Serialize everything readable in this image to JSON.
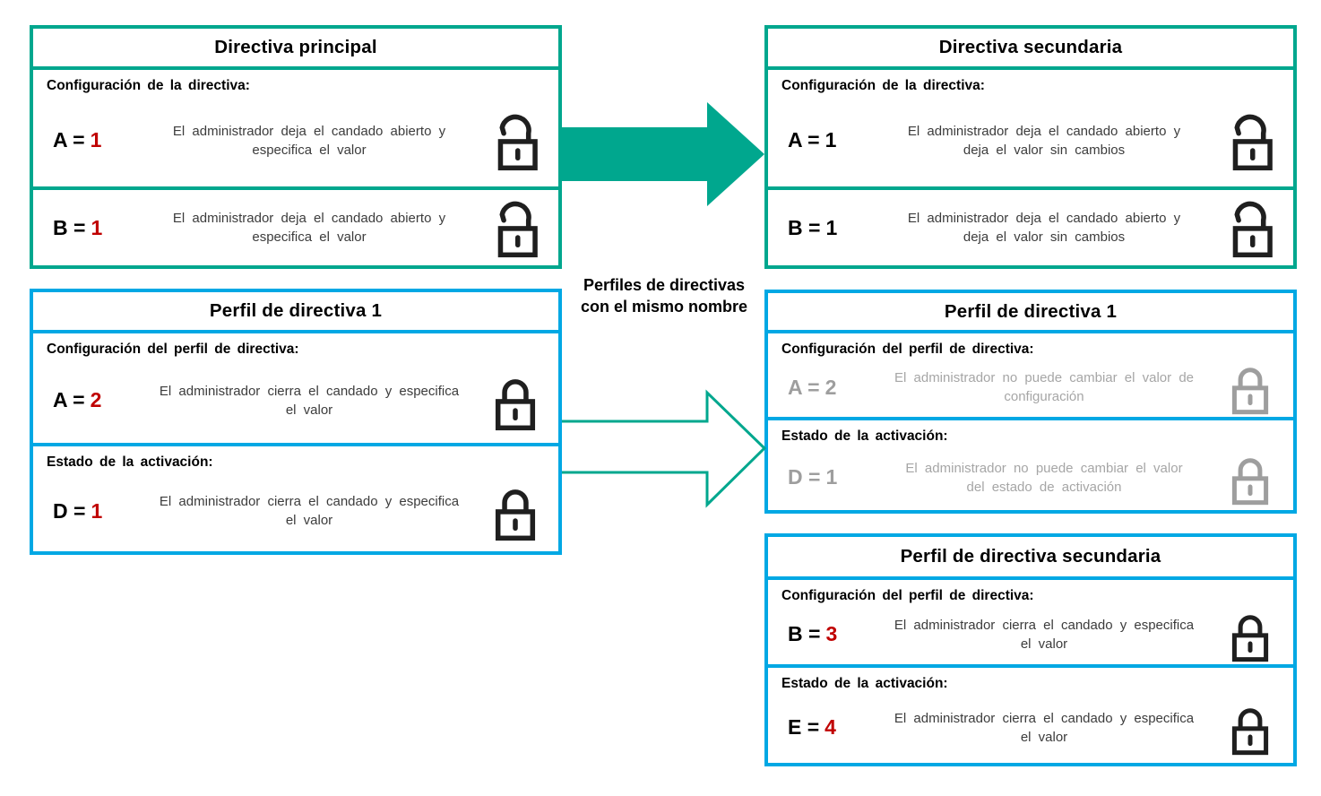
{
  "colors": {
    "policy_green": "#00A78E",
    "profile_blue": "#00A8E4",
    "value_red": "#C00000",
    "disabled_gray": "#9E9E9E"
  },
  "middle_label": {
    "line1": "Perfiles de directivas",
    "line2": "con el mismo nombre"
  },
  "arrows": [
    {
      "name": "policy-inheritance-arrow",
      "style": "filled",
      "color": "#00A78E"
    },
    {
      "name": "profile-inheritance-arrow",
      "style": "outline",
      "color": "#00A78E"
    }
  ],
  "boxes": [
    {
      "title": "Directiva principal",
      "sections": [
        {
          "heading": "Configuración de la directiva:",
          "value_label": "A =",
          "value_number": "1",
          "description": "El administrador deja el candado abierto y\nespecifica el valor",
          "lock": "open-padlock"
        },
        {
          "value_label": "B =",
          "value_number": "1",
          "description": "El administrador deja el candado abierto y\nespecifica el valor",
          "lock": "open-padlock"
        }
      ]
    },
    {
      "title": "Directiva secundaria",
      "sections": [
        {
          "heading": "Configuración de la directiva:",
          "value_label": "A =",
          "value_number": "1",
          "description": "El administrador deja el candado abierto y\ndeja el valor sin cambios",
          "lock": "open-padlock"
        },
        {
          "value_label": "B =",
          "value_number": "1",
          "description": "El administrador deja el candado abierto y\ndeja el valor sin cambios",
          "lock": "open-padlock"
        }
      ]
    },
    {
      "title": "Perfil de directiva 1",
      "sections": [
        {
          "heading": "Configuración del perfil de directiva:",
          "value_label": "A =",
          "value_number": "2",
          "description": "El administrador cierra el candado y especifica\nel valor",
          "lock": "closed-padlock"
        },
        {
          "heading": "Estado de la activación:",
          "value_label": "D =",
          "value_number": "1",
          "description": "El administrador cierra el candado y especifica\nel valor",
          "lock": "closed-padlock"
        }
      ]
    },
    {
      "title": "Perfil de directiva 1",
      "sections": [
        {
          "heading": "Configuración del perfil de directiva:",
          "value_label": "A =",
          "value_number": "2",
          "description": "El administrador no puede cambiar el valor de\nconfiguración",
          "lock": "closed-padlock-gray"
        },
        {
          "heading": "Estado de la activación:",
          "value_label": "D =",
          "value_number": "1",
          "description": "El administrador no puede cambiar el valor\ndel estado de activación",
          "lock": "closed-padlock-gray"
        }
      ]
    },
    {
      "title": "Perfil de directiva secundaria",
      "sections": [
        {
          "heading": "Configuración del perfil de directiva:",
          "value_label": "B =",
          "value_number": "3",
          "description": "El administrador cierra el candado y especifica\nel valor",
          "lock": "closed-padlock"
        },
        {
          "heading": "Estado de la activación:",
          "value_label": "E =",
          "value_number": "4",
          "description": "El administrador cierra el candado y especifica\nel valor",
          "lock": "closed-padlock"
        }
      ]
    }
  ]
}
